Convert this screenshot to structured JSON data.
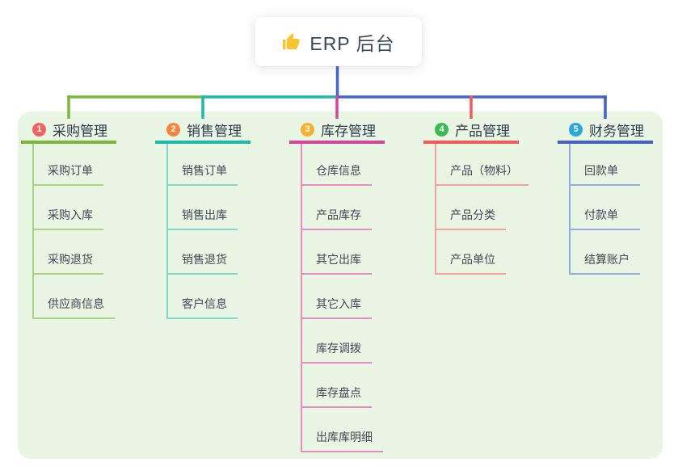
{
  "root": {
    "title": "ERP 后台",
    "icon": "thumbs-up-icon",
    "icon_color": "#f7c430",
    "stem_color": "#4565c8"
  },
  "panel": {
    "background": "#e9f6e3"
  },
  "branches": [
    {
      "number": "1",
      "title": "采购管理",
      "badge_color": "#f5615f",
      "line_color": "#7ab83c",
      "light_color": "#abd381",
      "children": [
        "采购订单",
        "采购入库",
        "采购退货",
        "供应商信息"
      ]
    },
    {
      "number": "2",
      "title": "销售管理",
      "badge_color": "#f8853f",
      "line_color": "#1cb9ab",
      "light_color": "#84d7cc",
      "children": [
        "销售订单",
        "销售出库",
        "销售退货",
        "客户信息"
      ]
    },
    {
      "number": "3",
      "title": "库存管理",
      "badge_color": "#f8b032",
      "line_color": "#d8449c",
      "light_color": "#ef8ac4",
      "children": [
        "仓库信息",
        "产品库存",
        "其它出库",
        "其它入库",
        "库存调拨",
        "库存盘点",
        "出库库明细"
      ]
    },
    {
      "number": "4",
      "title": "产品管理",
      "badge_color": "#3cb854",
      "line_color": "#f25a5a",
      "light_color": "#f7a0a0",
      "children": [
        "产品（物料）",
        "产品分类",
        "产品单位"
      ]
    },
    {
      "number": "5",
      "title": "财务管理",
      "badge_color": "#2aa7df",
      "line_color": "#4161c6",
      "light_color": "#93a9e0",
      "children": [
        "回款单",
        "付款单",
        "结算账户"
      ]
    }
  ]
}
